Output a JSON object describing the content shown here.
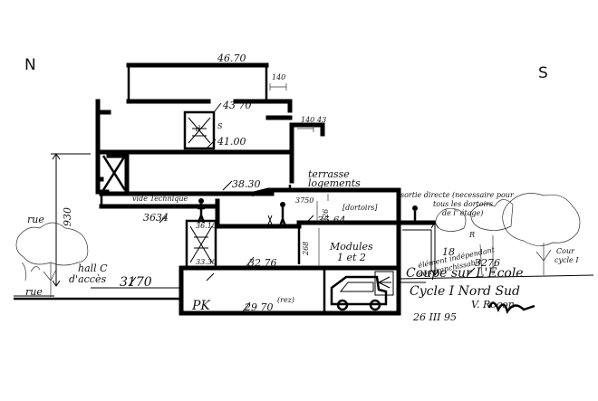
{
  "compass": {
    "north": "N",
    "south": "S"
  },
  "levels": {
    "top": "46.70",
    "l4370": "43 70",
    "l4100": "41.00",
    "l3830": "38.30",
    "l3634": "3634",
    "l3564": "35.64",
    "l3276": "32 76",
    "l3276_right": "3276",
    "l3170": "3170",
    "l2970": "29 70",
    "height_930": "930",
    "height_18": "18"
  },
  "small_dims": {
    "d140a": "140",
    "d140b": "140",
    "d43": "43",
    "d226": "226",
    "d268": "268",
    "d3750": "3750",
    "d36_10": "36.10",
    "d33_30": "33.30"
  },
  "labels": {
    "terrasse": "terrasse",
    "logements": "logements",
    "vide_technique": "vide Technique",
    "dortoirs": "[dortoirs]",
    "sortie": "sortie directe (necessaire pour",
    "sortie2": "tous les dortoirs",
    "sortie3": "de l' étage)",
    "modules": "Modules",
    "modules2": "1 et 2",
    "hall1": "hall C",
    "hall2": "d'accès",
    "rue_left": "rue",
    "rue_bottom": "rue",
    "pk": "PK",
    "rez": "(rez)",
    "cour_cycle": "Cour",
    "cour_cycle2": "cycle I",
    "elem": "élément indépendant",
    "elem2": "non franchissable",
    "title1": "Coupe sur L'École",
    "title2": "Cycle I     Nord Sud",
    "signature": "V. Rocon",
    "date": "26 III 95",
    "letter_d": "d",
    "letter_s": "S",
    "letter_r": "R"
  }
}
